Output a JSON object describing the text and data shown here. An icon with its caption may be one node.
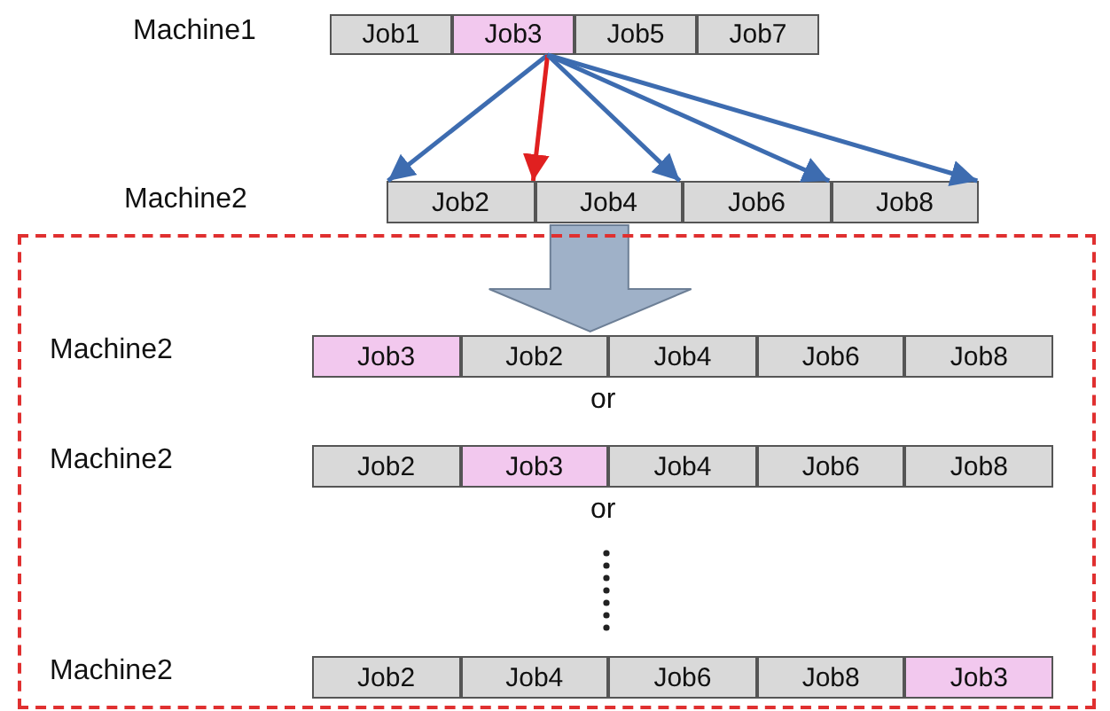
{
  "diagram": {
    "nodes": [
      {
        "text": [
          "Job1"
        ]
      },
      {
        "text": [
          "Job3"
        ]
      },
      {
        "text": [
          "Job5"
        ]
      },
      {
        "text": [
          "Job7"
        ]
      },
      {
        "text": [
          "Job2"
        ]
      },
      {
        "text": [
          "Job4"
        ]
      },
      {
        "text": [
          "Job6"
        ]
      },
      {
        "text": [
          "Job8"
        ]
      },
      {
        "text": [],
        "shape": "box"
      },
      {
        "text": [
          "Job3"
        ],
        "in": 8
      },
      {
        "text": [
          "Job2"
        ],
        "in": 8
      },
      {
        "text": [
          "Job4"
        ],
        "in": 8
      },
      {
        "text": [
          "Job6"
        ],
        "in": 8
      },
      {
        "text": [
          "Job8"
        ],
        "in": 8
      },
      {
        "text": [
          "Job2"
        ],
        "in": 8
      },
      {
        "text": [
          "Job3"
        ],
        "in": 8
      },
      {
        "text": [
          "Job4"
        ],
        "in": 8
      },
      {
        "text": [
          "Job6"
        ],
        "in": 8
      },
      {
        "text": [
          "Job8"
        ],
        "in": 8
      },
      {
        "text": [
          "Job2"
        ],
        "in": 8
      },
      {
        "text": [
          "Job4"
        ],
        "in": 8
      },
      {
        "text": [
          "Job6"
        ],
        "in": 8
      },
      {
        "text": [
          "Job8"
        ],
        "in": 8
      },
      {
        "text": [
          "Job3"
        ],
        "in": 8
      }
    ],
    "edges": [
      {
        "from": 1,
        "to": 4,
        "arrow": "to"
      },
      {
        "from": 1,
        "to": 4,
        "arrow": "to",
        "color": "#e02020"
      },
      {
        "from": 1,
        "to": 5,
        "arrow": "to"
      },
      {
        "from": 1,
        "to": 6,
        "arrow": "to"
      },
      {
        "from": 1,
        "to": 7,
        "arrow": "to"
      },
      {
        "from": 5,
        "to": 10,
        "arrow": "to",
        "style": "thick",
        "color": "#9fb1c8"
      }
    ],
    "labels": [
      "Machine1",
      "Machine2",
      "Machine2",
      "or",
      "Machine2",
      "or",
      "Machine2"
    ]
  }
}
